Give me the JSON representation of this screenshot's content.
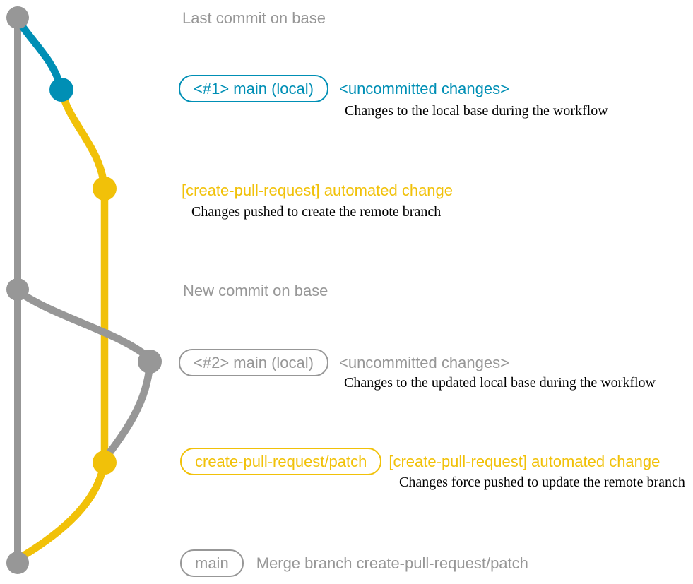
{
  "colors": {
    "base_gray": "#979797",
    "local_blue": "#008fb5",
    "branch_yellow": "#f1c109",
    "description_text": "#000000",
    "background": "#ffffff"
  },
  "rows": {
    "last_commit": {
      "label": "Last commit on base"
    },
    "commit1": {
      "badge": "<#1> main (local)",
      "title": "<uncommitted changes>",
      "desc": "Changes to the local base during the workflow"
    },
    "push1": {
      "title": "[create-pull-request] automated change",
      "desc": "Changes pushed to create the remote branch"
    },
    "new_commit": {
      "label": "New commit on base"
    },
    "commit2": {
      "badge": "<#2> main (local)",
      "title": "<uncommitted changes>",
      "desc": "Changes to the updated local base during the workflow"
    },
    "push2": {
      "badge": "create-pull-request/patch",
      "title": "[create-pull-request] automated change",
      "desc": "Changes force pushed to update the remote branch"
    },
    "merge": {
      "badge": "main",
      "label": "Merge branch create-pull-request/patch"
    }
  },
  "graph": {
    "commits": [
      {
        "name": "last-commit-on-base",
        "color": "#979797"
      },
      {
        "name": "local-main-uncommitted-1",
        "color": "#008fb5"
      },
      {
        "name": "automated-change-push",
        "color": "#f1c109"
      },
      {
        "name": "new-commit-on-base",
        "color": "#979797"
      },
      {
        "name": "local-main-uncommitted-2",
        "color": "#979797"
      },
      {
        "name": "automated-change-force-push",
        "color": "#f1c109"
      },
      {
        "name": "merge-commit",
        "color": "#979797"
      }
    ]
  }
}
